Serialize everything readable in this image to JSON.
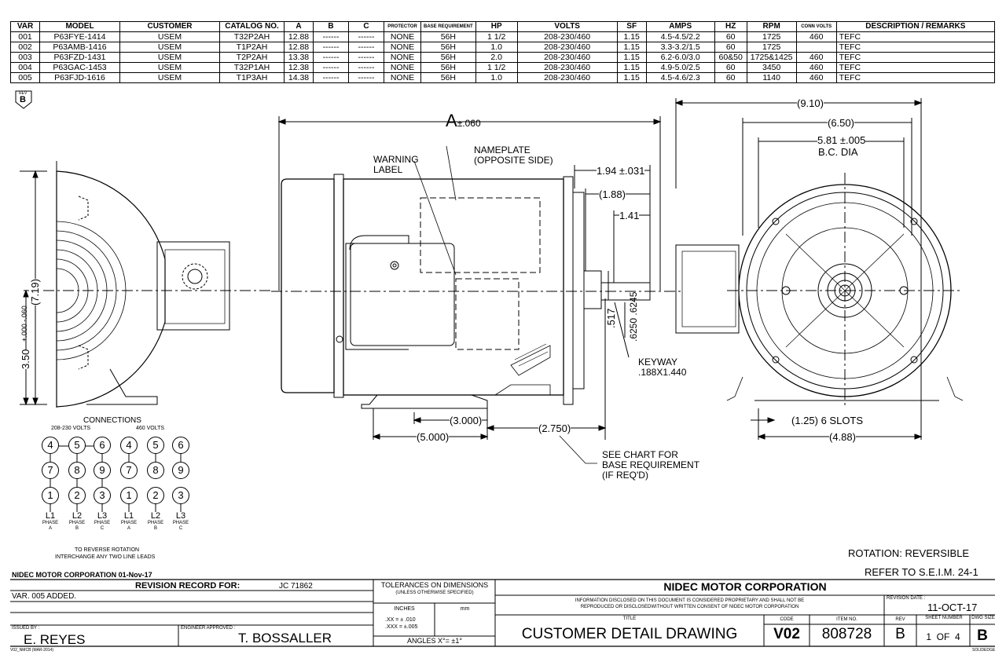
{
  "variant_table": {
    "headers": [
      "VAR",
      "MODEL",
      "CUSTOMER",
      "CATALOG NO.",
      "A",
      "B",
      "C",
      "PROTECTOR",
      "BASE REQUIREMENT",
      "HP",
      "VOLTS",
      "SF",
      "AMPS",
      "HZ",
      "RPM",
      "CONN VOLTS",
      "DESCRIPTION / REMARKS"
    ],
    "rows": [
      [
        "001",
        "P63FYE-1414",
        "USEM",
        "T32P2AH",
        "12.88",
        "------",
        "------",
        "NONE",
        "56H",
        "1 1/2",
        "208-230/460",
        "1.15",
        "4.5-4.5/2.2",
        "60",
        "1725",
        "460",
        "TEFC"
      ],
      [
        "002",
        "P63AMB-1416",
        "USEM",
        "T1P2AH",
        "12.88",
        "------",
        "------",
        "NONE",
        "56H",
        "1.0",
        "208-230/460",
        "1.15",
        "3.3-3.2/1.5",
        "60",
        "1725",
        "",
        "TEFC"
      ],
      [
        "003",
        "P63FZD-1431",
        "USEM",
        "T2P2AH",
        "13.38",
        "------",
        "------",
        "NONE",
        "56H",
        "2.0",
        "208-230/460",
        "1.15",
        "6.2-6.0/3.0",
        "60&50",
        "1725&1425",
        "460",
        "TEFC"
      ],
      [
        "004",
        "P63GAC-1453",
        "USEM",
        "T32P1AH",
        "12.38",
        "------",
        "------",
        "NONE",
        "56H",
        "1 1/2",
        "208-230/460",
        "1.15",
        "4.9-5.0/2.5",
        "60",
        "3450",
        "460",
        "TEFC"
      ],
      [
        "005",
        "P63FJD-1616",
        "USEM",
        "T1P3AH",
        "14.38",
        "------",
        "------",
        "NONE",
        "56H",
        "1.0",
        "208-230/460",
        "1.15",
        "4.5-4.6/2.3",
        "60",
        "1140",
        "460",
        "TEFC"
      ]
    ]
  },
  "rev_tag": {
    "label": "REV",
    "value": "B"
  },
  "dimensions": {
    "a": "A",
    "a_tol": "±.060",
    "overall_width": "(9.10)",
    "inner_width": "(6.50)",
    "bc_dia": "5.81 ±.005",
    "bc_label": "B.C. DIA",
    "shaft_194": "1.94 ±.031",
    "shaft_188": "(1.88)",
    "shaft_141": "1.41",
    "height_719": "(7.19)",
    "height_350": "3.50",
    "height_350_tol": "+.000 -.060",
    "shaft_517": ".517",
    "shaft_dia": ".6250 .6245",
    "base_3000": "(3.000)",
    "base_5000": "(5.000)",
    "base_2750": "(2.750)",
    "slots": "(1.25) 6 SLOTS",
    "base_488": "(4.88)"
  },
  "labels": {
    "warning_label": "WARNING LABEL",
    "nameplate": "NAMEPLATE",
    "nameplate_sub": "(OPPOSITE SIDE)",
    "keyway": "KEYWAY",
    "keyway_size": ".188X1.440",
    "see_chart": "SEE CHART FOR",
    "base_req": "BASE REQUIREMENT",
    "if_reqd": "(IF REQ'D)",
    "rotation": "ROTATION: REVERSIBLE",
    "refer": "REFER TO S.E.I.M. 24-1"
  },
  "connections": {
    "title": "CONNECTIONS",
    "v1": "208-230 VOLTS",
    "v2": "460 VOLTS",
    "note1": "TO REVERSE ROTATION",
    "note2": "INTERCHANGE ANY TWO LINE LEADS",
    "rows": [
      [
        "4",
        "5",
        "6"
      ],
      [
        "7",
        "8",
        "9"
      ],
      [
        "1",
        "2",
        "3"
      ]
    ],
    "lines": [
      "L1",
      "L2",
      "L3"
    ],
    "phase_word": "PHASE",
    "phases": [
      "A",
      "B",
      "C"
    ]
  },
  "title_block": {
    "company_date": "NIDEC MOTOR CORPORATION 01-Nov-17",
    "revision_record": "REVISION RECORD FOR:",
    "jc": "JC 71862",
    "var_note": "VAR. 005 ADDED.",
    "tolerances": "TOLERANCES ON DIMENSIONS",
    "unless": "(UNLESS OTHERWISE SPECIFIED)",
    "inches": "INCHES",
    "mm": "mm",
    "xx": ".XX = ± .010",
    "xxx": ".XXX = ±.005",
    "angles": "ANGLES X°= ±1°",
    "company": "NIDEC MOTOR CORPORATION",
    "info1": "INFORMATION DISCLOSED ON THIS DOCUMENT IS CONSIDERED PROPRIETARY AND SHALL NOT BE",
    "info2": "REPRODUCED OR DISCLOSEDWITHOUT WRITTEN CONSENT OF NIDEC MOTOR CORPORATION",
    "revision_date_label": "REVISION DATE :",
    "revision_date": "11-OCT-17",
    "title_label": "TITLE",
    "title": "CUSTOMER DETAIL DRAWING",
    "code_label": "CODE",
    "code": "V02",
    "item_label": "ITEM NO.",
    "item": "808728",
    "rev_label": "REV",
    "rev": "B",
    "sheet_label": "SHEET NUMBER",
    "sheet": "1  OF  4",
    "dwg_label": "DWG SIZE",
    "dwg": "B",
    "issued_label": "ISSUED BY :",
    "issued": "E. REYES",
    "engineer_label": "ENGINEER APPROVED :",
    "engineer": "T. BOSSALLER",
    "form_id": "V02_NMCB (MAR-2014)",
    "solidedge": "SOLIDEDGE"
  }
}
